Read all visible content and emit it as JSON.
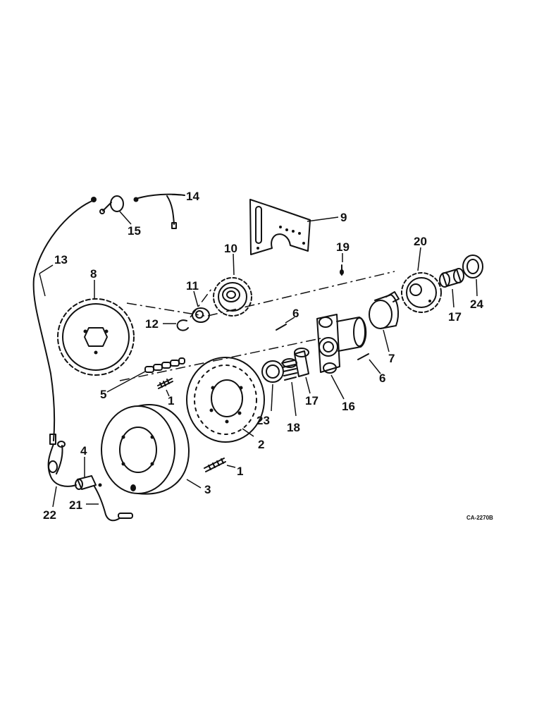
{
  "diagram": {
    "code": "CA-2270B",
    "callouts": {
      "c1a": "1",
      "c1b": "1",
      "c2": "2",
      "c3": "3",
      "c4": "4",
      "c5": "5",
      "c6a": "6",
      "c6b": "6",
      "c7": "7",
      "c8": "8",
      "c9": "9",
      "c10": "10",
      "c11": "11",
      "c12": "12",
      "c13": "13",
      "c14": "14",
      "c15": "15",
      "c16": "16",
      "c17a": "17",
      "c17b": "17",
      "c18": "18",
      "c19": "19",
      "c20": "20",
      "c21": "21",
      "c22": "22",
      "c23": "23",
      "c24": "24"
    }
  }
}
